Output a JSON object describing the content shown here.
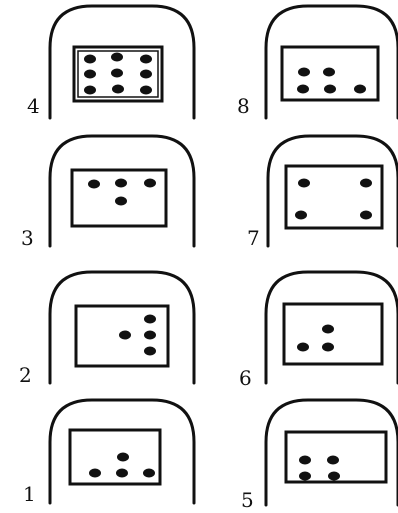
{
  "colors": {
    "ink": "#111111",
    "background": "#ffffff"
  },
  "cards": [
    {
      "label": "4",
      "dots": 9
    },
    {
      "label": "8",
      "dots": 5
    },
    {
      "label": "3",
      "dots": 4
    },
    {
      "label": "7",
      "dots": 4
    },
    {
      "label": "2",
      "dots": 4
    },
    {
      "label": "6",
      "dots": 3
    },
    {
      "label": "1",
      "dots": 4
    },
    {
      "label": "5",
      "dots": 4
    }
  ]
}
